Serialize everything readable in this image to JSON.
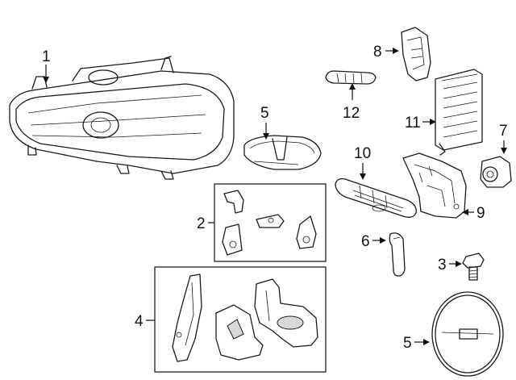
{
  "callouts": {
    "headlamp": "1",
    "bracket_set": "2",
    "bolt": "3",
    "housing_set": "4",
    "cap_upper": "5",
    "cap_lower": "5",
    "hose": "6",
    "actuator": "7",
    "igniter": "8",
    "duct": "9",
    "vent": "10",
    "module": "11",
    "trim_strip": "12"
  }
}
